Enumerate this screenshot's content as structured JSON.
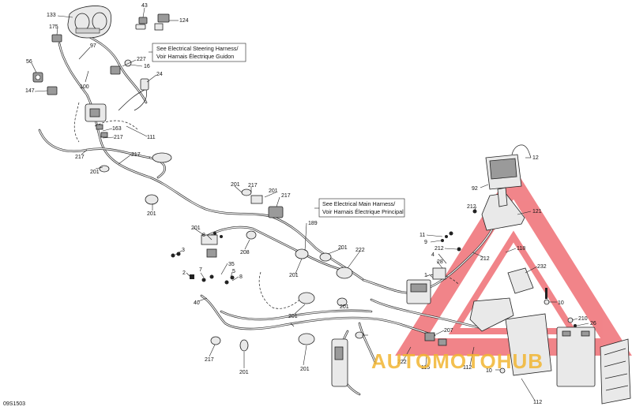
{
  "diagram_id": "09S1503",
  "notes": {
    "steering": [
      "See Electrical Steering Harness/",
      "Voir Harnais Électrique Guidon"
    ],
    "main": [
      "See Electrical Main Harness/",
      "Voir Harnais Électrique Principal"
    ]
  },
  "callouts": [
    {
      "text": "133"
    },
    {
      "text": "43"
    },
    {
      "text": "124"
    },
    {
      "text": "175"
    },
    {
      "text": "97"
    },
    {
      "text": "227"
    },
    {
      "text": "16"
    },
    {
      "text": "24"
    },
    {
      "text": "56"
    },
    {
      "text": "147"
    },
    {
      "text": "100"
    },
    {
      "text": "163"
    },
    {
      "text": "111"
    },
    {
      "text": "217"
    },
    {
      "text": "217"
    },
    {
      "text": "217"
    },
    {
      "text": "201"
    },
    {
      "text": "201"
    },
    {
      "text": "217"
    },
    {
      "text": "201"
    },
    {
      "text": "217"
    },
    {
      "text": "201"
    },
    {
      "text": "189"
    },
    {
      "text": "201"
    },
    {
      "text": "8"
    },
    {
      "text": "3"
    },
    {
      "text": "208"
    },
    {
      "text": "201"
    },
    {
      "text": "222"
    },
    {
      "text": "35"
    },
    {
      "text": "7"
    },
    {
      "text": "2"
    },
    {
      "text": "5"
    },
    {
      "text": "8"
    },
    {
      "text": "40"
    },
    {
      "text": "201"
    },
    {
      "text": "201"
    },
    {
      "text": "201"
    },
    {
      "text": "217"
    },
    {
      "text": "201"
    },
    {
      "text": "201"
    },
    {
      "text": "12"
    },
    {
      "text": "92"
    },
    {
      "text": "212"
    },
    {
      "text": "121"
    },
    {
      "text": "11"
    },
    {
      "text": "9"
    },
    {
      "text": "212"
    },
    {
      "text": "212"
    },
    {
      "text": "118"
    },
    {
      "text": "4"
    },
    {
      "text": "28"
    },
    {
      "text": "1"
    },
    {
      "text": "232"
    },
    {
      "text": "10"
    },
    {
      "text": "210"
    },
    {
      "text": "26"
    },
    {
      "text": "207"
    },
    {
      "text": "222"
    },
    {
      "text": "115"
    },
    {
      "text": "112"
    },
    {
      "text": "10"
    },
    {
      "text": "112"
    }
  ],
  "watermark": {
    "text": "AUTOMOTOHUB",
    "colors": {
      "red": "#e6202a",
      "gold": "#f2b632",
      "gray": "#666666"
    }
  }
}
